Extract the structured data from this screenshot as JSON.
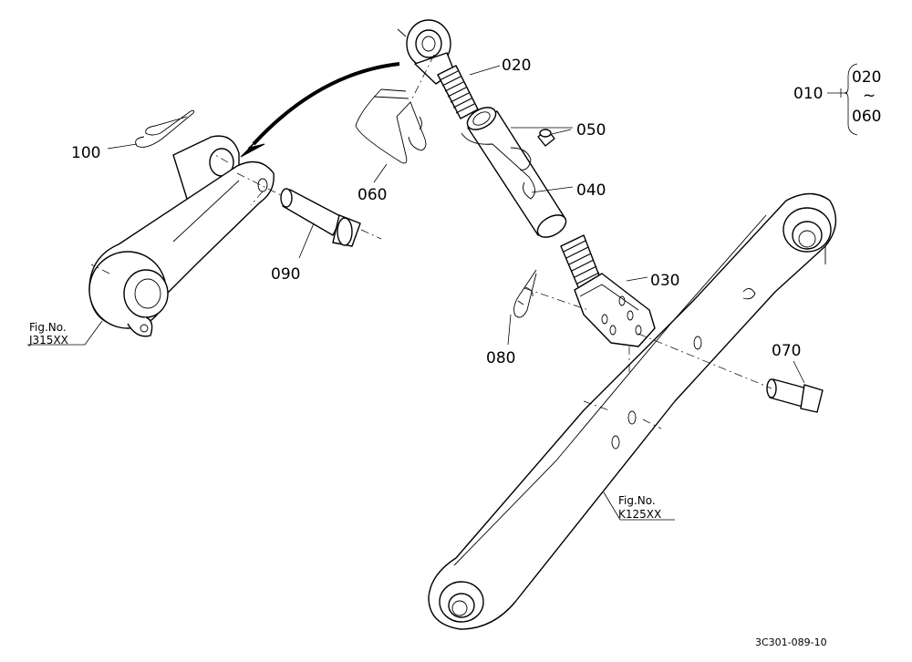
{
  "diagram": {
    "part_labels": {
      "p010": "010",
      "p020": "020",
      "p030": "030",
      "p040": "040",
      "p050": "050",
      "p060": "060",
      "p070": "070",
      "p080": "080",
      "p090": "090",
      "p100": "100"
    },
    "range_box": {
      "main": "010",
      "from": "020",
      "tilde": "~",
      "to": "060"
    },
    "fig_refs": [
      {
        "line1": "Fig.No.",
        "line2": "J315XX"
      },
      {
        "line1": "Fig.No.",
        "line2": "K125XX"
      }
    ],
    "drawing_code": "3C301-089-10"
  }
}
